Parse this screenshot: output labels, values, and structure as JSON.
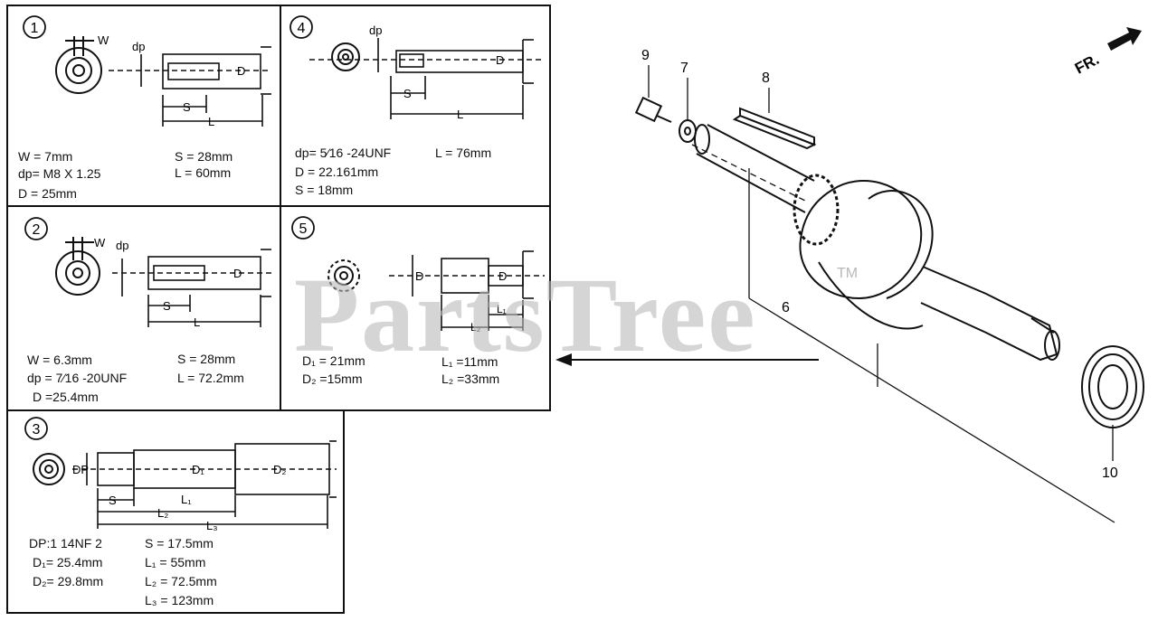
{
  "watermark": {
    "text": "PartsTree",
    "tm": "TM"
  },
  "direction": {
    "label": "FR."
  },
  "callouts": {
    "c6": "6",
    "c7": "7",
    "c8": "8",
    "c9": "9",
    "c10": "10"
  },
  "panels": {
    "p1": {
      "num": "1",
      "dims": {
        "w": "W",
        "dp": "dp",
        "s": "S",
        "l": "L",
        "d": "D"
      },
      "specs": [
        "W = 7mm",
        "dp= M8 X 1.25",
        "D = 25mm",
        "S = 28mm",
        "L = 60mm"
      ]
    },
    "p2": {
      "num": "2",
      "dims": {
        "w": "W",
        "dp": "dp",
        "s": "S",
        "l": "L",
        "d": "D"
      },
      "specs": [
        "W = 6.3mm",
        "dp = 7⁄16 -20UNF",
        "D =25.4mm",
        "S = 28mm",
        "L = 72.2mm"
      ]
    },
    "p3": {
      "num": "3",
      "dims": {
        "dp": "DP",
        "d1": "D₁",
        "d2": "D₂",
        "s": "S",
        "l1": "L₁",
        "l2": "L₂",
        "l3": "L₃"
      },
      "specs": [
        "DP:1 14NF 2",
        "D₁= 25.4mm",
        "D₂= 29.8mm",
        "S = 17.5mm",
        "L₁ = 55mm",
        "L₂ = 72.5mm",
        "L₃ = 123mm"
      ]
    },
    "p4": {
      "num": "4",
      "dims": {
        "dp": "dp",
        "s": "S",
        "l": "L",
        "d": "D"
      },
      "specs": [
        "dp= 5⁄16 -24UNF",
        "D = 22.161mm",
        "S = 18mm",
        "L = 76mm"
      ]
    },
    "p5": {
      "num": "5",
      "dims": {
        "d1": "D",
        "d2": "D",
        "l1": "L₁",
        "l2": "L₂"
      },
      "specs": [
        "D₁ = 21mm",
        "D₂ =15mm",
        "L₁ =11mm",
        "L₂ =33mm"
      ]
    }
  }
}
